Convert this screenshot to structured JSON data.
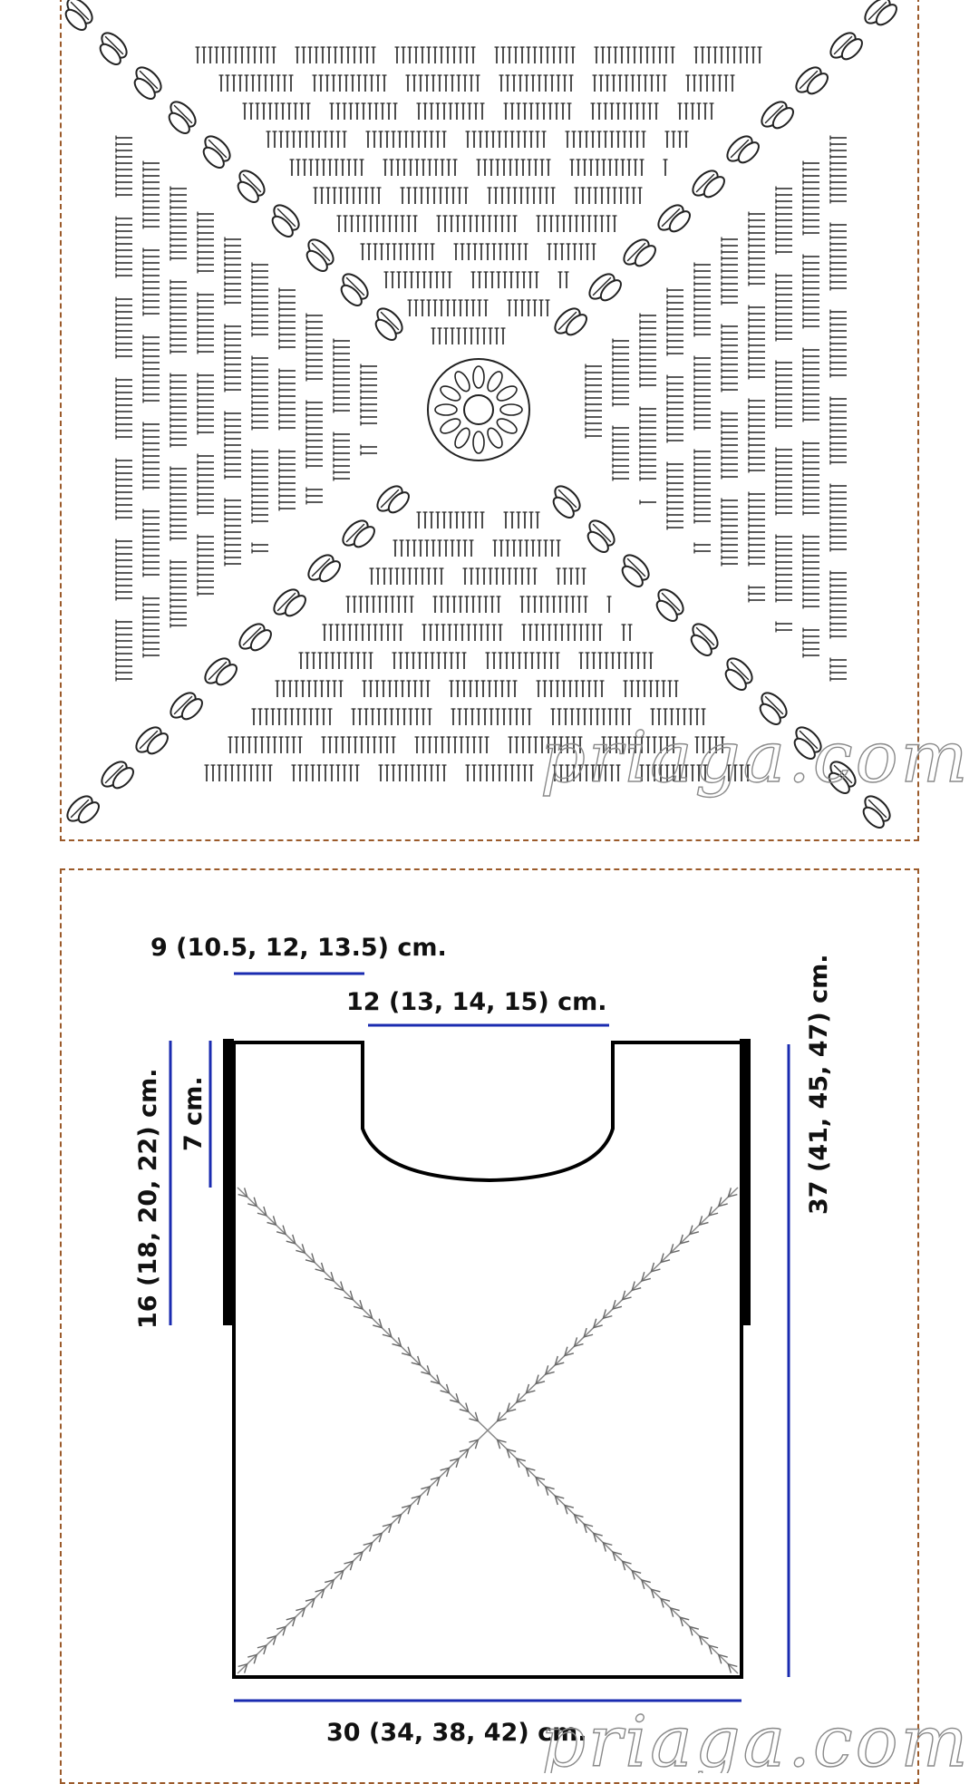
{
  "dimensions": {
    "shoulder": "9 (10.5, 12, 13.5) cm.",
    "neck": "12 (13, 14, 15) cm.",
    "armhole": "16 (18, 20, 22) cm.",
    "neck_depth": "7 cm.",
    "length": "37 (41, 45, 47) cm.",
    "width": "30 (34, 38, 42) cm."
  },
  "watermarks": {
    "top": "priaga.com",
    "bottom": "priaga.com"
  },
  "colors": {
    "border": "#9b5a2a",
    "dimension_line": "#1a2bb0",
    "outline": "#000000"
  }
}
